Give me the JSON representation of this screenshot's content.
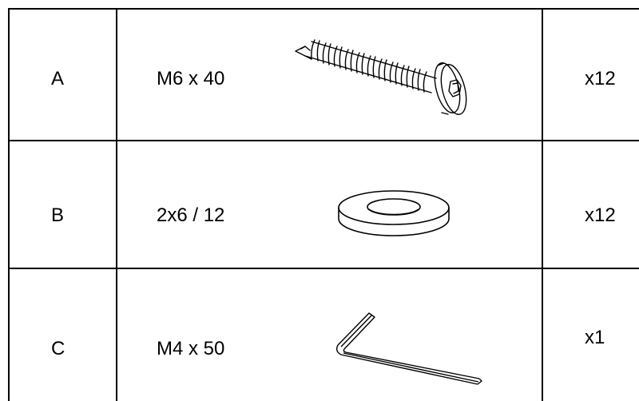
{
  "parts": [
    {
      "letter": "A",
      "size": "M6 x 40",
      "quantity": "x12",
      "icon": "screw-icon"
    },
    {
      "letter": "B",
      "size": "2x6 / 12",
      "quantity": "x12",
      "icon": "washer-icon"
    },
    {
      "letter": "C",
      "size": "M4 x 50",
      "quantity": "x1",
      "icon": "allen-key-icon"
    }
  ],
  "colors": {
    "line": "#000000",
    "background": "#ffffff"
  }
}
